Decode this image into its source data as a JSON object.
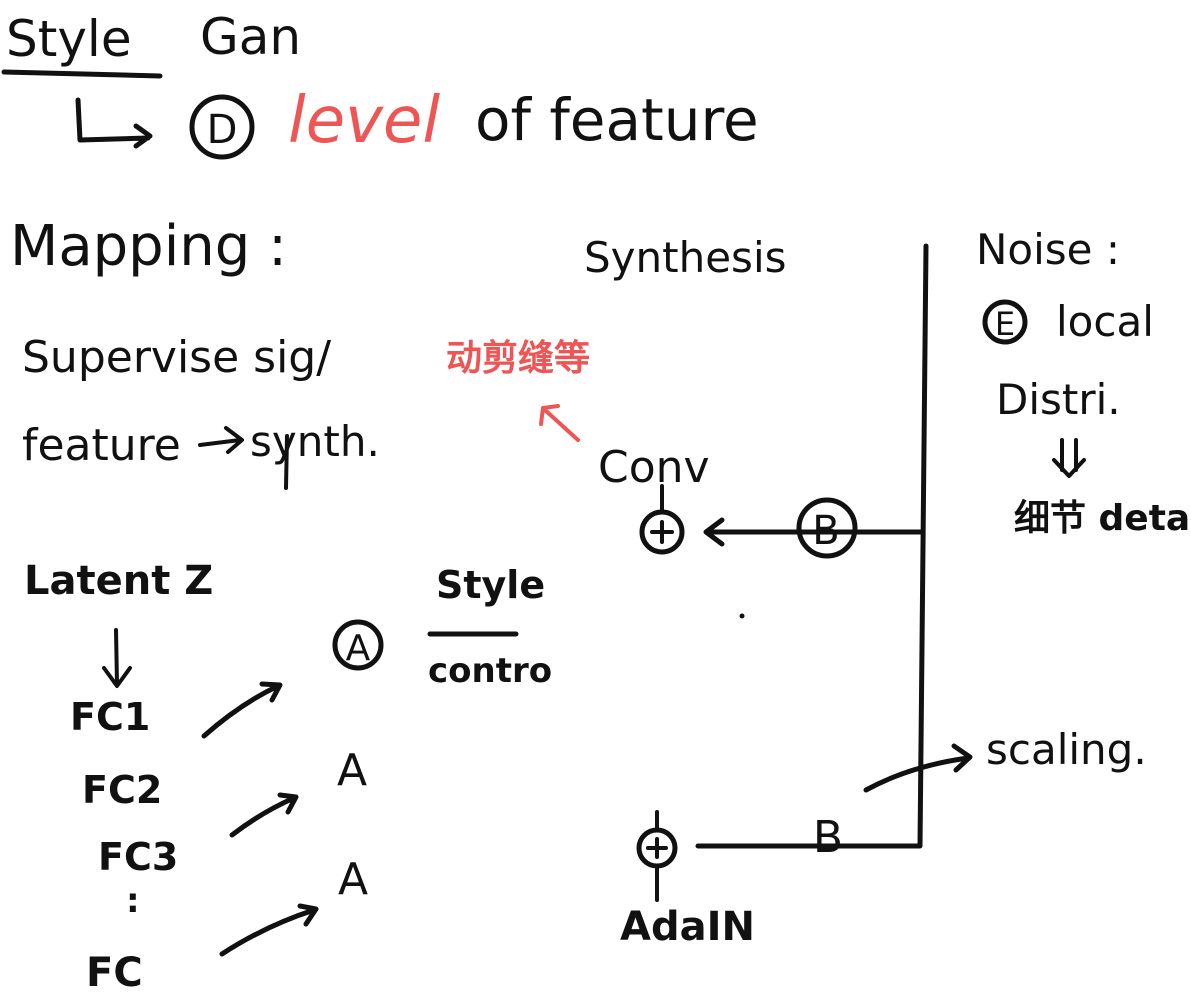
{
  "title": {
    "word1": "Style",
    "word2": "Gan"
  },
  "point_d": {
    "marker": "D",
    "highlight": "level",
    "rest": "of feature"
  },
  "mapping": {
    "heading": "Mapping :",
    "line1": "Supervise sig/",
    "line2": "feature",
    "line2b": "synth.",
    "latent": "Latent Z",
    "fc1": "FC1",
    "fc2": "FC2",
    "fc3": "FC3",
    "ellipsis": ":",
    "fc": "FC",
    "a1": "A",
    "a2": "A",
    "a3": "A",
    "style": "Style",
    "control": "contro"
  },
  "synthesis": {
    "heading": "Synthesis",
    "red_note": "动剪缝等",
    "conv": "Conv",
    "b_top": "B",
    "b_bottom": "B",
    "adain": "AdaIN",
    "scaling": "scaling."
  },
  "noise": {
    "heading": "Noise :",
    "marker": "E",
    "local": "local",
    "distri": "Distri.",
    "detail": "细节 detail"
  },
  "colors": {
    "ink": "#111111",
    "accent": "#ee5555",
    "background": "#ffffff"
  }
}
